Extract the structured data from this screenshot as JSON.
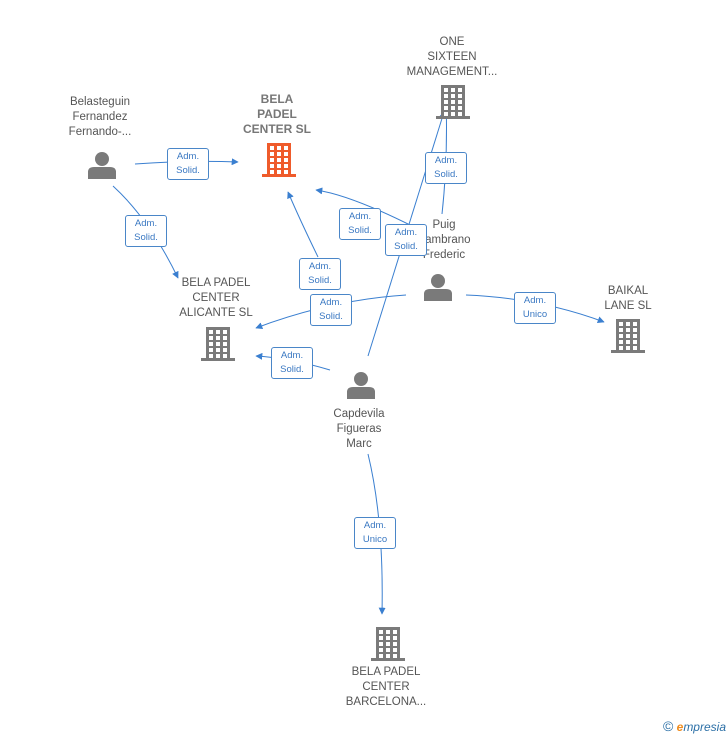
{
  "nodes": {
    "bela_padel_center": {
      "label": "BELA\nPADEL\nCENTER  SL",
      "kind": "company",
      "color": "#ef5b2b"
    },
    "one_sixteen": {
      "label": "ONE\nSIXTEEN\nMANAGEMENT...",
      "kind": "company",
      "color": "#7a7a7a"
    },
    "belasteguin": {
      "label": "Belasteguin\nFernandez\nFernando-...",
      "kind": "person",
      "color": "#7a7a7a"
    },
    "puig": {
      "label": "Puig\nSambrano\nFrederic",
      "kind": "person",
      "color": "#7a7a7a"
    },
    "bela_alicante": {
      "label": "BELA PADEL\nCENTER\nALICANTE  SL",
      "kind": "company",
      "color": "#7a7a7a"
    },
    "baikal": {
      "label": "BAIKAL\nLANE SL",
      "kind": "company",
      "color": "#7a7a7a"
    },
    "capdevila": {
      "label": "Capdevila\nFigueras\nMarc",
      "kind": "person",
      "color": "#7a7a7a"
    },
    "bela_barcelona": {
      "label": "BELA PADEL\nCENTER\nBARCELONA...",
      "kind": "company",
      "color": "#7a7a7a"
    }
  },
  "edges": [
    {
      "from": "belasteguin",
      "to": "bela_padel_center",
      "line1": "Adm.",
      "line2": "Solid."
    },
    {
      "from": "belasteguin",
      "to": "bela_alicante",
      "line1": "Adm.",
      "line2": "Solid."
    },
    {
      "from": "puig",
      "to": "bela_padel_center",
      "line1": "Adm.",
      "line2": "Solid."
    },
    {
      "from": "puig",
      "to": "one_sixteen",
      "line1": "Adm.",
      "line2": "Solid."
    },
    {
      "from": "puig",
      "to": "bela_alicante",
      "line1": "Adm.",
      "line2": "Solid."
    },
    {
      "from": "puig",
      "to": "baikal",
      "line1": "Adm.",
      "line2": "Unico"
    },
    {
      "from": "capdevila",
      "to": "bela_padel_center",
      "line1": "Adm.",
      "line2": "Solid."
    },
    {
      "from": "capdevila",
      "to": "one_sixteen",
      "line1": "Adm.",
      "line2": "Solid."
    },
    {
      "from": "capdevila",
      "to": "bela_alicante",
      "line1": "Adm.",
      "line2": "Solid."
    },
    {
      "from": "capdevila",
      "to": "bela_barcelona",
      "line1": "Adm.",
      "line2": "Unico"
    }
  ],
  "colors": {
    "edge": "#3a7fd0",
    "label_border": "#4a86c8",
    "icon_gray": "#7a7a7a",
    "icon_main": "#ef5b2b"
  },
  "footer": {
    "copyright": "©",
    "brand_initial": "e",
    "brand_rest": "mpresia"
  }
}
